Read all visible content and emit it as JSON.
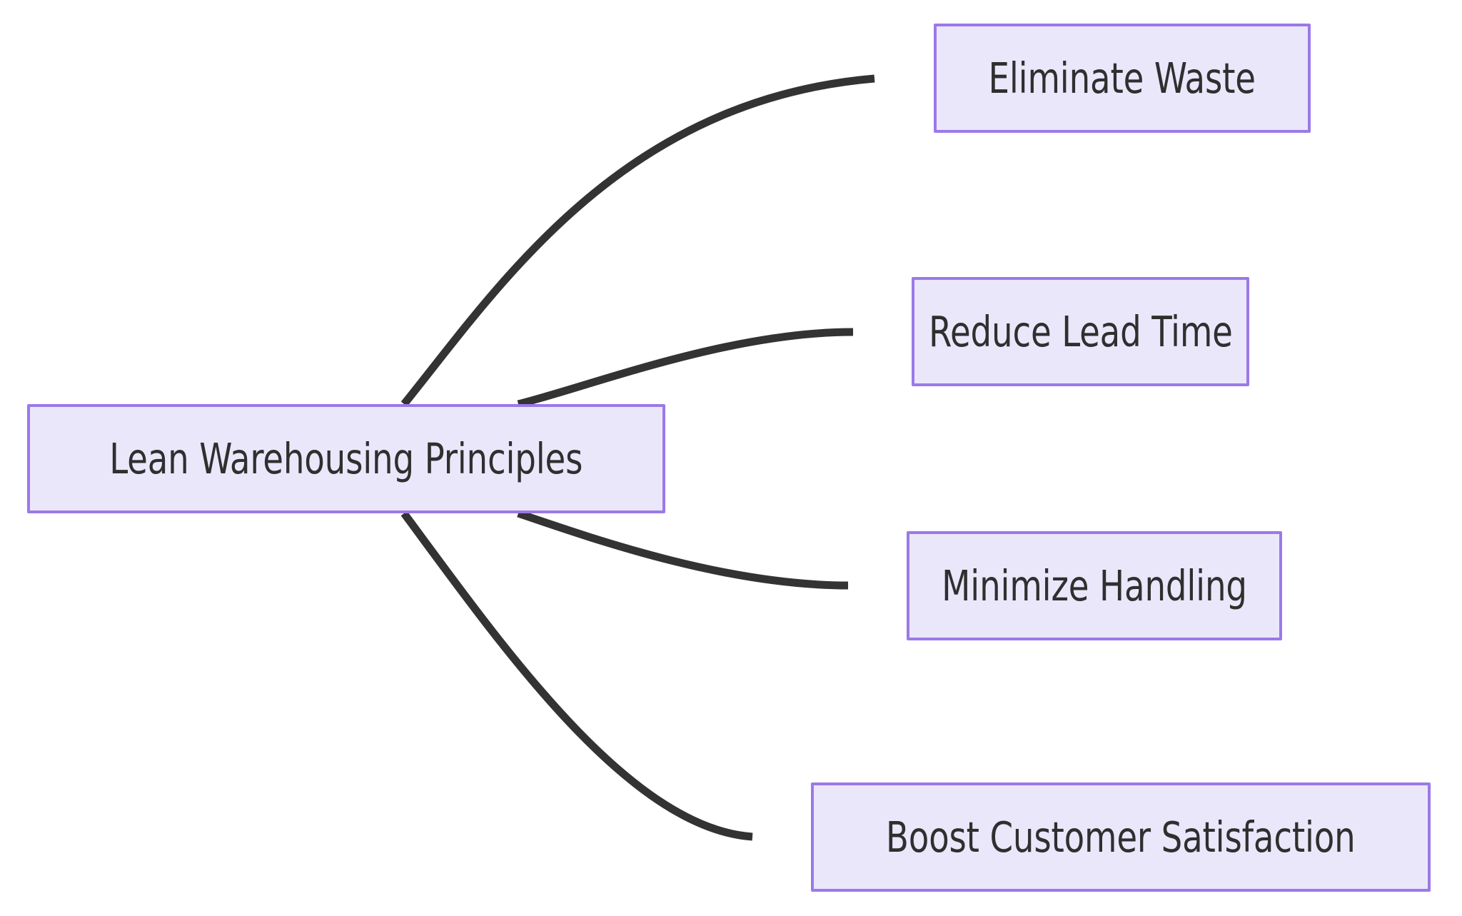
{
  "diagram": {
    "type": "flowchart",
    "orientation": "left-to-right",
    "background_color": "#ffffff",
    "node_fill_color": "#ebe7fb",
    "node_border_color": "#9b79e8",
    "node_text_color": "#2f2f2f",
    "edge_color": "#333333",
    "root": {
      "id": "root",
      "label": "Lean Warehousing Principles"
    },
    "children": [
      {
        "id": "child-0",
        "label": "Eliminate Waste"
      },
      {
        "id": "child-1",
        "label": "Reduce Lead Time"
      },
      {
        "id": "child-2",
        "label": "Minimize Handling"
      },
      {
        "id": "child-3",
        "label": "Boost Customer Satisfaction"
      }
    ],
    "edges": [
      {
        "from": "Lean Warehousing Principles",
        "to": "Eliminate Waste",
        "arrow": "triangle"
      },
      {
        "from": "Lean Warehousing Principles",
        "to": "Reduce Lead Time",
        "arrow": "triangle"
      },
      {
        "from": "Lean Warehousing Principles",
        "to": "Minimize Handling",
        "arrow": "triangle"
      },
      {
        "from": "Lean Warehousing Principles",
        "to": "Boost Customer Satisfaction",
        "arrow": "triangle"
      }
    ]
  }
}
